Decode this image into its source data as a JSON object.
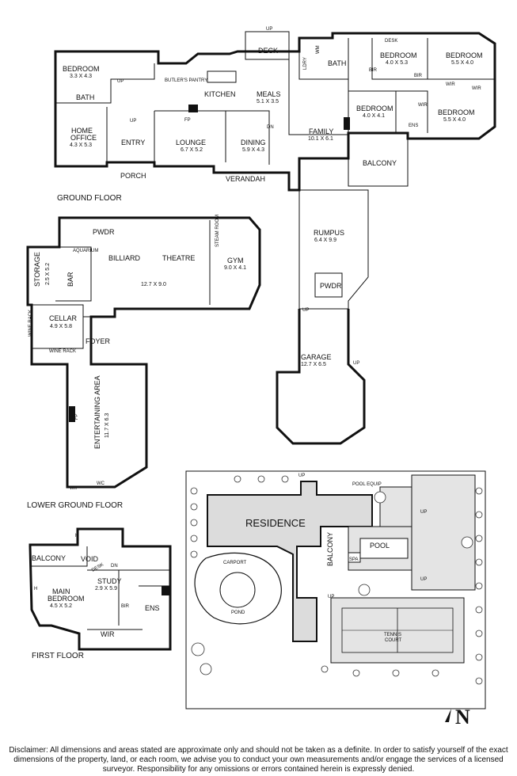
{
  "floors": {
    "ground": "GROUND FLOOR",
    "lower_ground": "LOWER GROUND FLOOR",
    "first": "FIRST FLOOR"
  },
  "ground_rooms": {
    "bedroom1": {
      "name": "BEDROOM",
      "dim": "3.3 X 4.3"
    },
    "bath1": "BATH",
    "home_office": {
      "name1": "HOME",
      "name2": "OFFICE",
      "dim": "4.3 X 5.3"
    },
    "butlers_pantry": "BUTLER'S PANTRY",
    "kitchen": "KITCHEN",
    "meals": {
      "name": "MEALS",
      "dim": "5.1 X 3.5"
    },
    "deck": "DECK",
    "ldry": "LDRY",
    "wm": "WM",
    "bath2": "BATH",
    "bedroom2": {
      "name": "BEDROOM",
      "dim": "4.0 X 5.3"
    },
    "bedroom3": {
      "name": "BEDROOM",
      "dim": "5.5 X 4.0"
    },
    "bedroom4": {
      "name": "BEDROOM",
      "dim": "4.0 X 4.1"
    },
    "bedroom5": {
      "name": "BEDROOM",
      "dim": "5.5 X 4.0"
    },
    "desk": "DESK",
    "wir": "WIR",
    "bir": "BIR",
    "ens": "ENS",
    "entry": "ENTRY",
    "lounge": {
      "name": "LOUNGE",
      "dim": "6.7 X 5.2"
    },
    "dining": {
      "name": "DINING",
      "dim": "5.9 X 4.3"
    },
    "family": {
      "name": "FAMILY",
      "dim": "10.1 X 6.1"
    },
    "porch": "PORCH",
    "verandah": "VERANDAH",
    "balcony": "BALCONY",
    "fp": "FP",
    "up": "UP",
    "dn": "DN"
  },
  "lower_rooms": {
    "pwdr1": "PWDR",
    "aquarium": "AQUARIUM",
    "storage": {
      "name": "STORAGE",
      "dim": "2.5 X 5.2"
    },
    "bar": "BAR",
    "billiard": "BILLIARD",
    "theatre": "THEATRE",
    "billiard_dim": "12.7 X 9.0",
    "steam_room": "STEAM ROOM",
    "gym": {
      "name": "GYM",
      "dim": "9.0 X 4.1"
    },
    "rumpus": {
      "name": "RUMPUS",
      "dim": "6.4 X 9.9"
    },
    "pwdr2": "PWDR",
    "cellar": {
      "name": "CELLAR",
      "dim": "4.9 X 5.8"
    },
    "wine_rack1": "WINE RACK",
    "wine_rack2": "WINE RACK",
    "foyer": "FOYER",
    "garage": {
      "name": "GARAGE",
      "dim": "12.7 X 6.5"
    },
    "entertaining": {
      "name": "ENTERTAINING AREA",
      "dim": "11.7 X 6.3"
    },
    "wip": "WIP",
    "wc": "WC"
  },
  "first_rooms": {
    "balcony": "BALCONY",
    "void": "VOID",
    "desk": "DESK",
    "main_bedroom": {
      "name1": "MAIN",
      "name2": "BEDROOM",
      "dim": "4.5 X 5.2"
    },
    "study": {
      "name": "STUDY",
      "dim": "2.9 X 5.9"
    },
    "bir": "BIR",
    "ens": "ENS",
    "wir": "WIR",
    "h": "H",
    "dn": "DN"
  },
  "site": {
    "residence": "RESIDENCE",
    "carport": "CARPORT",
    "pond": "POND",
    "balcony": "BALCONY",
    "pool": "POOL",
    "spa": "SPA",
    "pool_equip": "POOL EQUIP",
    "tennis_court1": "TENNIS",
    "tennis_court2": "COURT",
    "up": "UP",
    "north": "N"
  },
  "disclaimer": "Disclaimer: All dimensions and areas stated are approximate only and should not be taken as a definite. In order to satisfy yourself of the exact dimensions of the property, land, or each room, we advise you to conduct your own measurements and/or engage the services of a licensed surveyor. Responsibility for any omissions or errors contained herein is expressly denied."
}
